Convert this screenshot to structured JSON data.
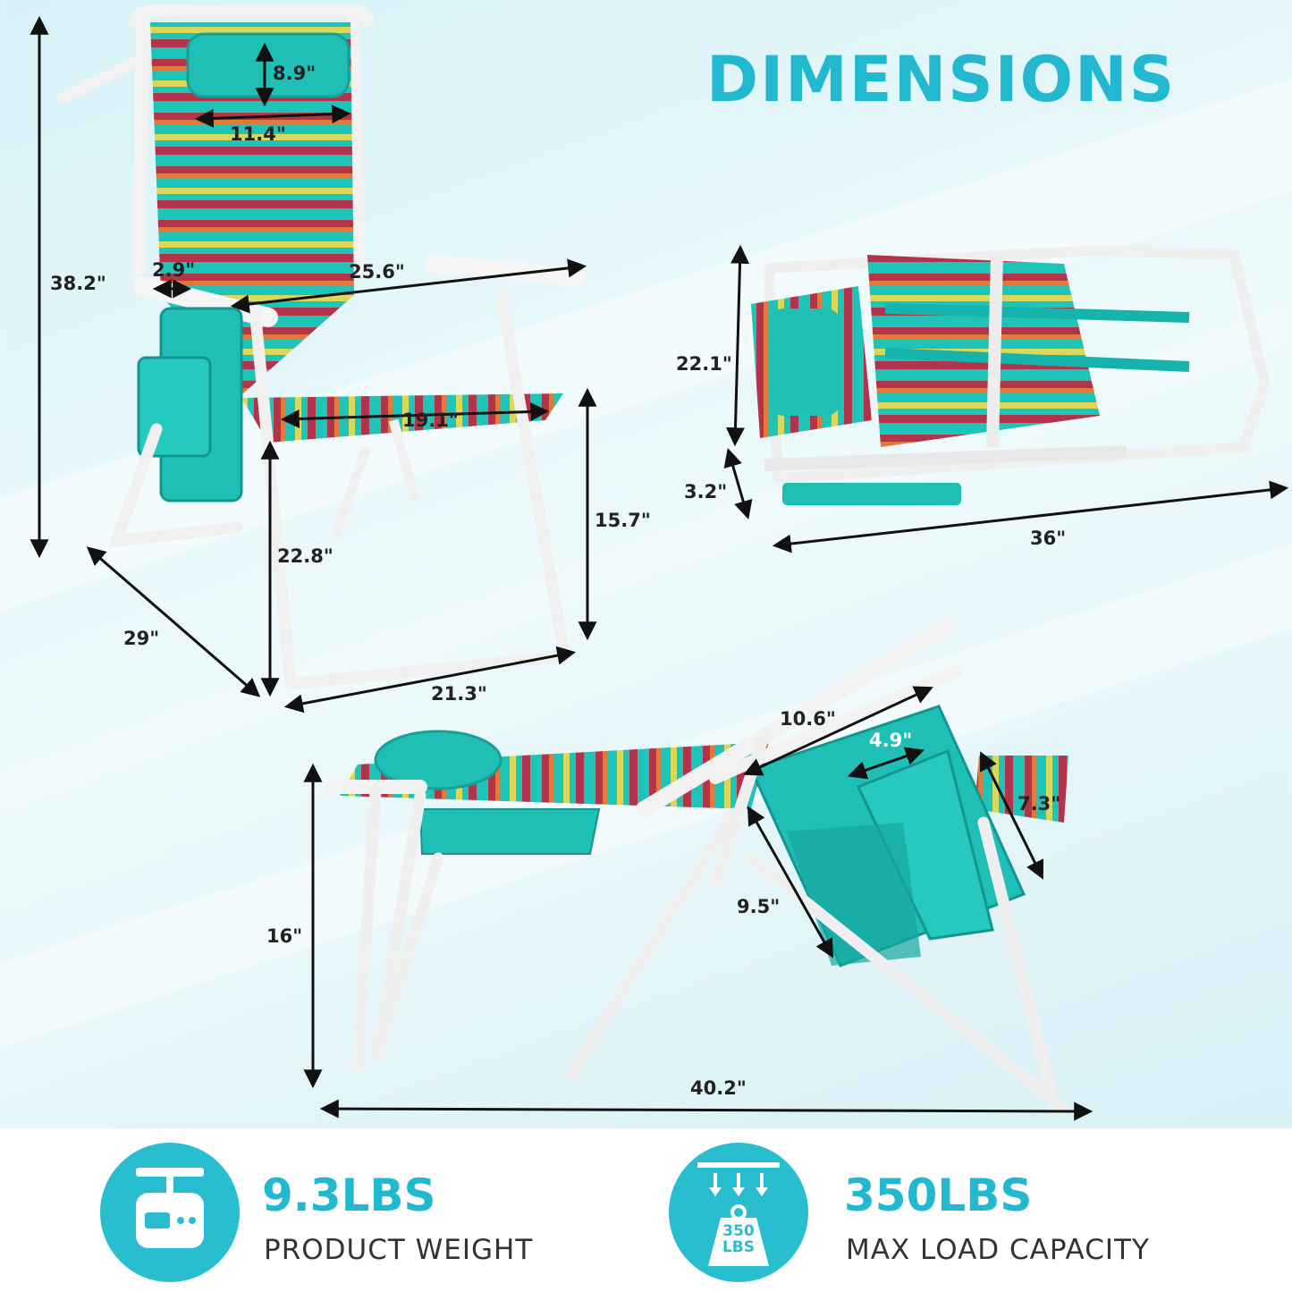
{
  "title": "DIMENSIONS",
  "chair_upright": {
    "height_total": "38.2\"",
    "pillow_height": "8.9\"",
    "pillow_width": "11.4\"",
    "armrest_width": "2.9\"",
    "width_outer": "25.6\"",
    "seat_depth": "19.1\"",
    "seat_height": "15.7\"",
    "arm_height": "22.8\"",
    "depth": "29\"",
    "base_width": "21.3\""
  },
  "chair_folded": {
    "height": "22.1\"",
    "thickness": "3.2\"",
    "length": "36\""
  },
  "chair_flat": {
    "pouch_width": "10.6\"",
    "pocket_width": "4.9\"",
    "arm_height": "7.3\"",
    "pouch_height": "9.5\"",
    "height": "16\"",
    "length": "40.2\""
  },
  "stats": [
    {
      "value": "9.3LBS",
      "label": "PRODUCT WEIGHT",
      "icon": "scale-icon"
    },
    {
      "value": "350LBS",
      "label": "MAX LOAD CAPACITY",
      "icon": "weight-load-icon",
      "badge": "350\nLBS"
    }
  ],
  "colors": {
    "accent": "#29bdd0",
    "fabric_teal": "#1fc4b8",
    "stripe_red": "#b3344a",
    "stripe_yellow": "#d9d85a",
    "stripe_orange": "#e07a3c"
  }
}
